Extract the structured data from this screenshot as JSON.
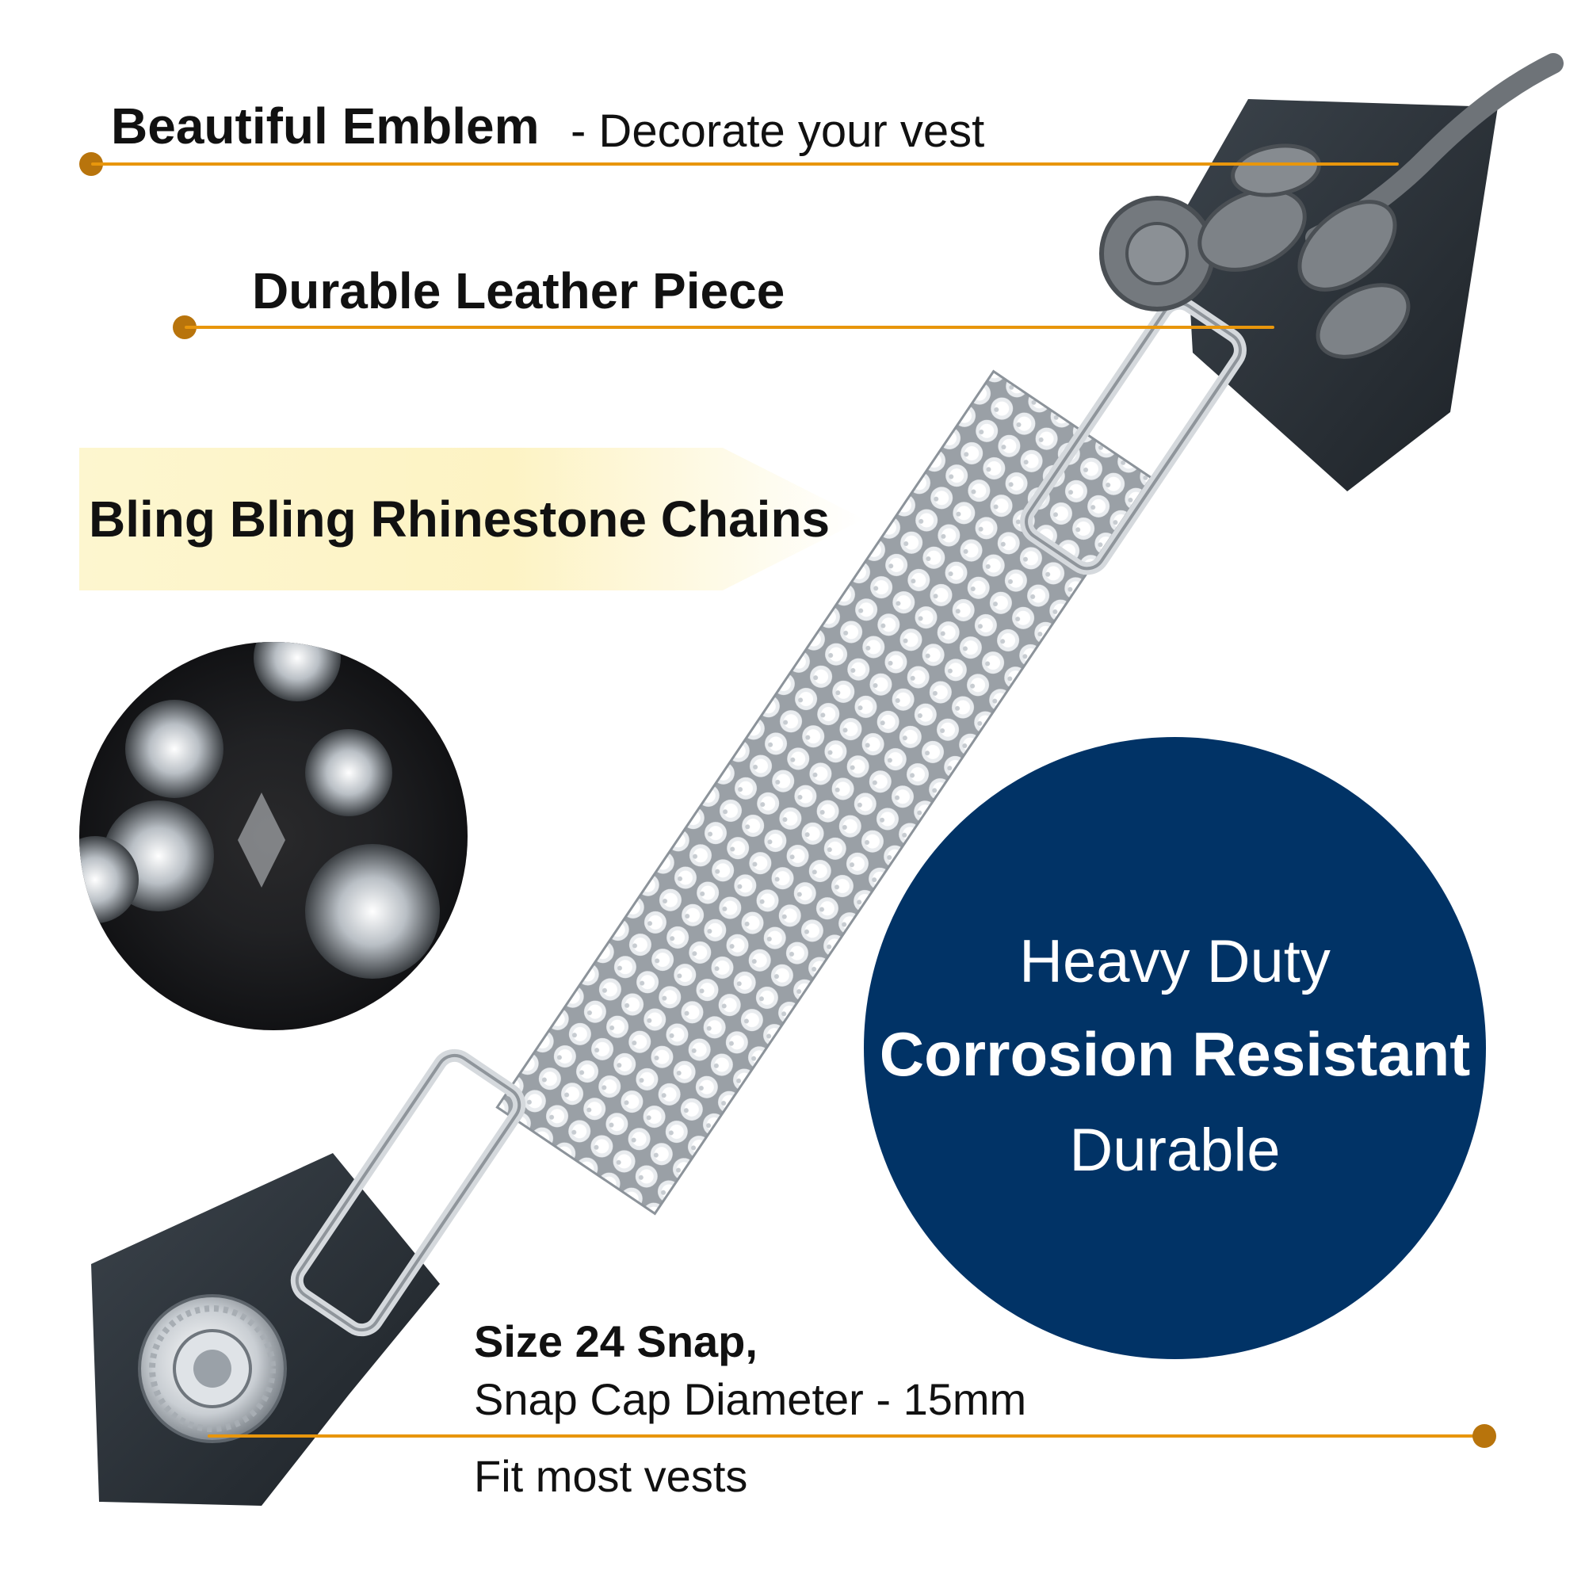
{
  "callouts": {
    "emblem": {
      "title": "Beautiful Emblem",
      "subtitle": "- Decorate your vest"
    },
    "leather": {
      "title": "Durable Leather Piece"
    },
    "chains": {
      "title": "Bling Bling Rhinestone Chains"
    },
    "snap": {
      "title": "Size 24 Snap,",
      "line2": "Snap Cap Diameter - 15mm",
      "line3": "Fit most vests"
    }
  },
  "feature_circle": {
    "line1": "Heavy Duty",
    "line2": "Corrosion Resistant",
    "line3": "Durable"
  },
  "icons": {
    "emblem": "rose-emblem-icon",
    "snap": "snap-button-icon",
    "rhinestones": "rhinestone-gems-icon"
  },
  "colors": {
    "accent_line": "#e8960c",
    "accent_dot": "#b8740c",
    "navy": "#013366",
    "banner": "#fdf3c4",
    "leather": "#2a3036"
  }
}
